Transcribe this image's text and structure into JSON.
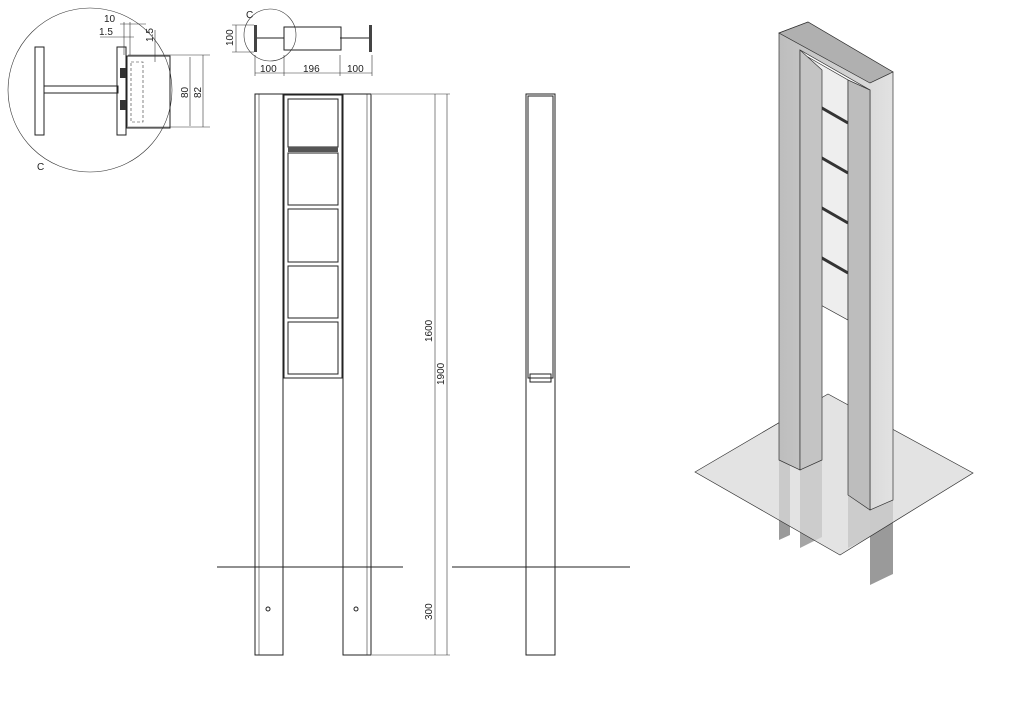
{
  "detail": {
    "label": "C",
    "dim_10": "10",
    "dim_1_5_a": "1.5",
    "dim_1_5_b": "1.5",
    "dim_80": "80",
    "dim_82": "82"
  },
  "top_view": {
    "label": "C",
    "dim_height": "100",
    "dim_left": "100",
    "dim_center": "196",
    "dim_right": "100"
  },
  "front_view": {
    "dim_above_ground": "1600",
    "dim_total": "1900",
    "dim_below_ground": "300",
    "panel_count": 5
  },
  "colors": {
    "line": "#222222",
    "post_fill": "#cfcfcf",
    "ground_plate": "#d9d9d9"
  }
}
